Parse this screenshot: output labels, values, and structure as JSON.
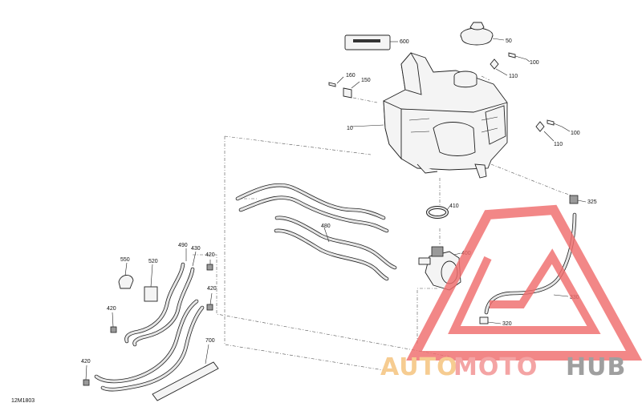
{
  "diagram": {
    "reference_code": "12M1803",
    "callouts": [
      "600",
      "50",
      "100",
      "110",
      "160",
      "150",
      "10",
      "100",
      "110",
      "325",
      "410",
      "480",
      "400",
      "330",
      "320",
      "490",
      "550",
      "520",
      "430",
      "420",
      "420",
      "420",
      "420",
      "700"
    ]
  },
  "watermark": {
    "part1": "AUTO",
    "part2": "MOTO",
    "part3": "HUB",
    "colors": {
      "part1": "#f5c27a",
      "part2": "#f29191",
      "part3": "#8a8a8a",
      "triangle": "#f06d6d"
    }
  }
}
